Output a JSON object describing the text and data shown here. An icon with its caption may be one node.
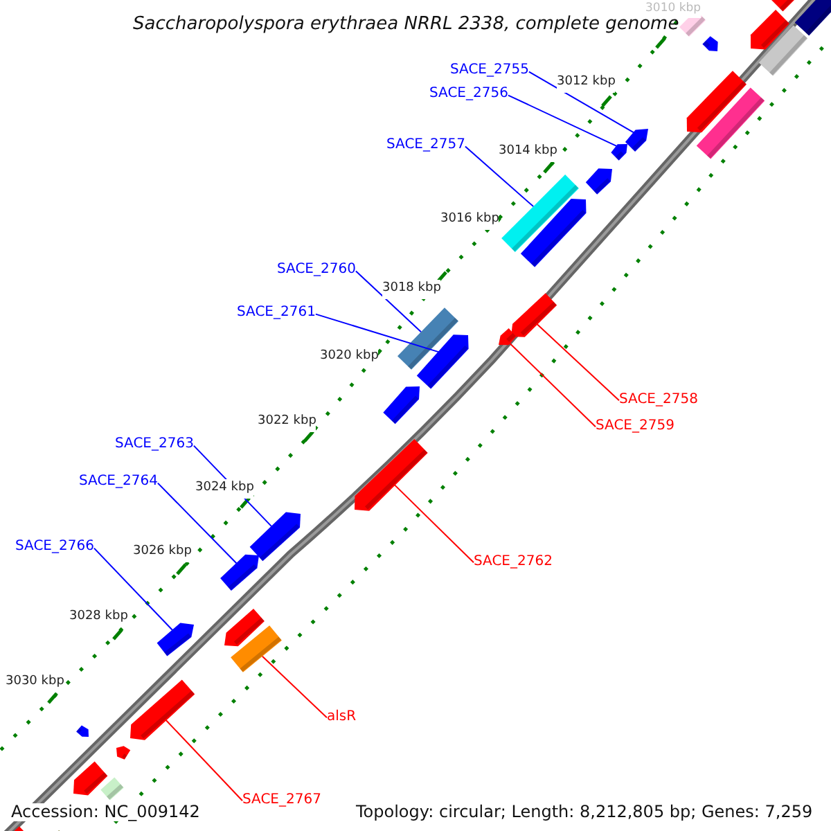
{
  "diagram": {
    "title": "Saccharopolyspora erythraea NRRL 2338, complete genome",
    "nodes": [
      {
        "text": [
          "SACE_2755"
        ]
      },
      {
        "text": [
          "SACE_2756"
        ]
      },
      {
        "text": [
          "SACE_2757"
        ]
      },
      {
        "text": [
          "SACE_2760"
        ]
      },
      {
        "text": [
          "SACE_2761"
        ]
      },
      {
        "text": [
          "SACE_2758"
        ]
      },
      {
        "text": [
          "SACE_2759"
        ]
      },
      {
        "text": [
          "SACE_2763"
        ]
      },
      {
        "text": [
          "SACE_2764"
        ]
      },
      {
        "text": [
          "SACE_2762"
        ]
      },
      {
        "text": [
          "SACE_2766"
        ]
      },
      {
        "text": [
          "alsR"
        ]
      },
      {
        "text": [
          "SACE_2767"
        ]
      },
      {
        "text": [],
        "shape": "bar"
      },
      {
        "text": [],
        "shape": "bar"
      },
      {
        "text": [],
        "shape": "bar"
      },
      {
        "text": [],
        "shape": "bar"
      },
      {
        "text": [],
        "shape": "bar"
      },
      {
        "text": [],
        "shape": "bar"
      },
      {
        "text": [],
        "shape": "bar"
      },
      {
        "text": [],
        "shape": "bar"
      },
      {
        "text": [],
        "shape": "bar"
      },
      {
        "text": [],
        "shape": "bar"
      },
      {
        "text": [],
        "shape": "bar"
      },
      {
        "text": [],
        "shape": "bar"
      },
      {
        "text": [],
        "shape": "bar"
      },
      {
        "text": [],
        "shape": "bar"
      },
      {
        "text": [],
        "shape": "bar"
      },
      {
        "text": [],
        "shape": "bar"
      },
      {
        "text": [],
        "shape": "bar"
      },
      {
        "text": [],
        "shape": "bar"
      },
      {
        "text": [],
        "shape": "bar"
      },
      {
        "text": [],
        "shape": "bar"
      },
      {
        "text": [],
        "shape": "bar"
      },
      {
        "text": [],
        "shape": "bar"
      },
      {
        "text": [],
        "shape": "bar"
      },
      {
        "text": [],
        "shape": "bar"
      },
      {
        "text": [],
        "shape": "bar"
      },
      {
        "text": [],
        "shape": "bar"
      },
      {
        "text": [],
        "shape": "bar"
      },
      {
        "text": [],
        "shape": "bar"
      },
      {
        "text": [],
        "shape": "bar"
      },
      {
        "text": [],
        "shape": "bar"
      },
      {
        "text": [],
        "shape": "bar"
      }
    ],
    "edges": [
      {
        "from": 0,
        "to": 13,
        "arrow": "none"
      },
      {
        "from": 1,
        "to": 14,
        "arrow": "none"
      },
      {
        "from": 2,
        "to": 15,
        "arrow": "none"
      },
      {
        "from": 3,
        "to": 16,
        "arrow": "none"
      },
      {
        "from": 4,
        "to": 17,
        "arrow": "none"
      },
      {
        "from": 5,
        "to": 18,
        "arrow": "none",
        "color": "#ff0000"
      },
      {
        "from": 6,
        "to": 19,
        "arrow": "none",
        "color": "#ff0000"
      },
      {
        "from": 7,
        "to": 21,
        "arrow": "none"
      },
      {
        "from": 8,
        "to": 22,
        "arrow": "none"
      },
      {
        "from": 9,
        "to": 20,
        "arrow": "none",
        "color": "#ff0000"
      },
      {
        "from": 10,
        "to": 23,
        "arrow": "none"
      },
      {
        "from": 11,
        "to": 24,
        "arrow": "none",
        "color": "#ff0000"
      },
      {
        "from": 12,
        "to": 25,
        "arrow": "none",
        "color": "#ff0000"
      }
    ],
    "labels": [
      "3010 kbp",
      "3012 kbp",
      "3014 kbp",
      "3016 kbp",
      "3018 kbp",
      "3020 kbp",
      "3022 kbp",
      "3024 kbp",
      "3026 kbp",
      "3028 kbp",
      "3030 kbp",
      "Accession: NC_009142",
      "Topology: circular; Length: 8,212,805 bp; Genes: 7,259"
    ]
  }
}
